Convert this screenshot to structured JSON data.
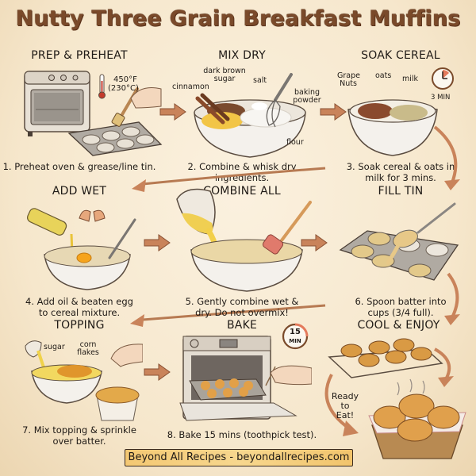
{
  "title": "Nutty Three Grain Breakfast Muffins",
  "colors": {
    "title": "#7a4a2a",
    "arrow": "#c9835a",
    "background": "#f8ecd6",
    "footer_bg": "#f4c873"
  },
  "steps": [
    {
      "heading": "PREP & PREHEAT",
      "caption": "1. Preheat oven & grease/line tin.",
      "labels": {
        "temp_f": "450°F",
        "temp_c": "(230°C)"
      },
      "icons": [
        "oven-icon",
        "thermometer-icon",
        "muffin-tin-icon",
        "pastry-brush-icon",
        "hand-icon"
      ]
    },
    {
      "heading": "MIX DRY",
      "caption": "2. Combine & whisk dry ingredients.",
      "labels": {
        "cinnamon": "cinnamon",
        "dark_brown_sugar": "dark brown sugar",
        "salt": "salt",
        "baking_powder": "baking powder",
        "flour": "flour"
      },
      "icons": [
        "mixing-bowl-icon",
        "whisk-icon",
        "cinnamon-stick-icon"
      ]
    },
    {
      "heading": "SOAK CEREAL",
      "caption_line1": "3. Soak cereal & oats in",
      "caption_line2": "milk for 3 mins.",
      "labels": {
        "grape_nuts": "Grape Nuts",
        "oats": "oats",
        "milk": "milk",
        "timer": "3 MIN"
      },
      "icons": [
        "cereal-bowl-icon",
        "clock-icon"
      ]
    },
    {
      "heading": "ADD WET",
      "caption_line1": "4. Add oil & beaten egg",
      "caption_line2": "to cereal mixture.",
      "icons": [
        "oil-bottle-icon",
        "cracked-egg-icon",
        "fork-icon",
        "bowl-icon"
      ]
    },
    {
      "heading": "COMBINE ALL",
      "caption_line1": "5. Gently combine wet &",
      "caption_line2": "dry. Do not overmix!",
      "icons": [
        "pouring-bowl-icon",
        "spatula-icon",
        "mixing-bowl-icon"
      ]
    },
    {
      "heading": "FILL TIN",
      "caption_line1": "6. Spoon batter into",
      "caption_line2": "cups (3/4 full).",
      "icons": [
        "spoon-icon",
        "muffin-tin-icon"
      ]
    },
    {
      "heading": "TOPPING",
      "caption_line1": "7. Mix topping & sprinkle",
      "caption_line2": "over batter.",
      "labels": {
        "sugar": "sugar",
        "corn_flakes": "corn flakes"
      },
      "icons": [
        "bowl-icon",
        "hand-icon",
        "muffin-cup-icon"
      ]
    },
    {
      "heading": "BAKE",
      "caption": "8. Bake 15 mins (toothpick test).",
      "labels": {
        "timer_num": "15",
        "timer_unit": "MIN"
      },
      "icons": [
        "oven-icon",
        "timer-icon",
        "toothpick-icon",
        "muffin-tray-icon"
      ]
    },
    {
      "heading": "COOL & ENJOY",
      "labels": {
        "ready": "Ready to Eat!"
      },
      "icons": [
        "cooling-rack-icon",
        "muffin-basket-icon",
        "steam-icon"
      ]
    }
  ],
  "footer": "Beyond All Recipes - beyondallrecipes.com"
}
